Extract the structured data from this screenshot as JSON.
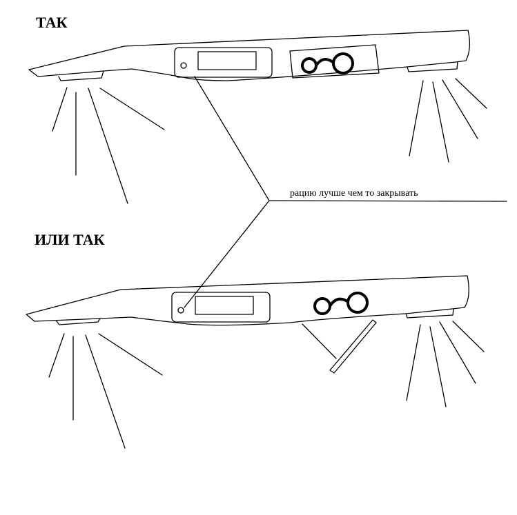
{
  "headings": {
    "top": "ТАК",
    "bottom": "ИЛИ ТАК"
  },
  "annotation": "рацию лучше чем то закрывать",
  "colors": {
    "line": "#000000",
    "background": "#ffffff"
  }
}
